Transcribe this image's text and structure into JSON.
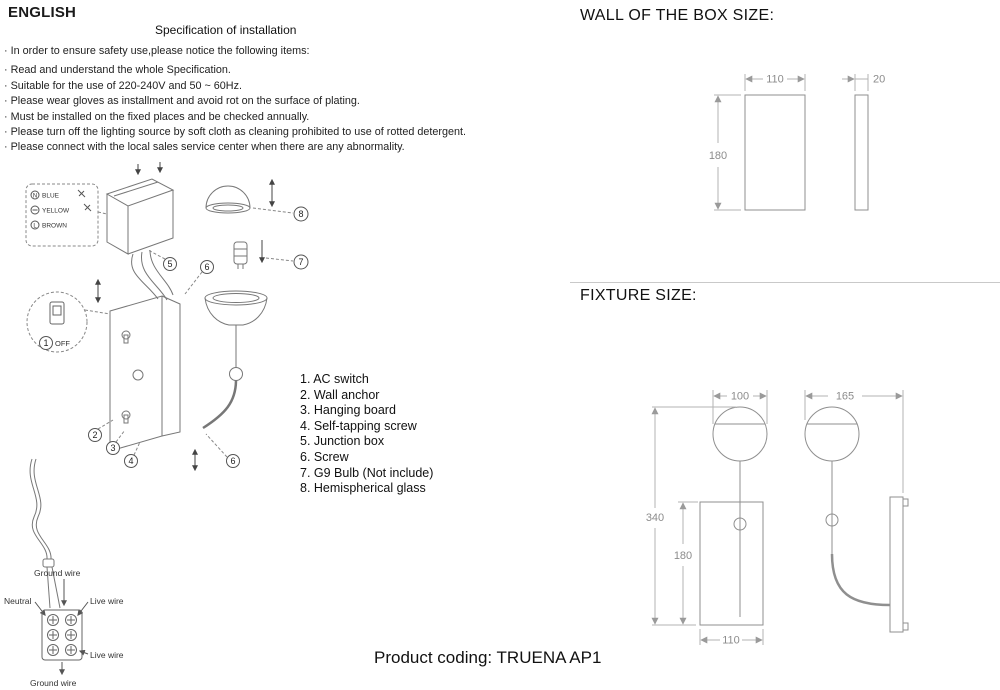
{
  "header": {
    "language": "ENGLISH",
    "spec_title": "Specification of installation"
  },
  "notices": [
    "· In order to ensure safety use,please notice the following items:",
    "· Read and understand the whole Specification.",
    "· Suitable for the use of 220-240V and 50 ~ 60Hz.",
    "· Please wear gloves as installment and avoid rot on the surface of plating.",
    "· Must be installed on the fixed places and be checked annually.",
    "· Please turn off the lighting source by soft cloth as cleaning prohibited to use of rotted detergent.",
    "· Please connect with the local sales service center when there are any abnormality."
  ],
  "parts_list": [
    "1. AC switch",
    "2. Wall anchor",
    "3. Hanging board",
    "4. Self-tapping screw",
    "5. Junction box",
    "6. Screw",
    "7. G9 Bulb (Not include)",
    "8. Hemispherical glass"
  ],
  "exploded": {
    "callouts": {
      "c1": "1",
      "c2": "2",
      "c3": "3",
      "c4": "4",
      "c5": "5",
      "c6": "6",
      "c7": "7",
      "c8": "8"
    },
    "terminal": {
      "n": "N",
      "l": "L",
      "blue": "BLUE",
      "yellow": "YELLOW",
      "brown": "BROWN"
    },
    "off_label": "OFF"
  },
  "wiring": {
    "ground_top": "Ground wire",
    "neutral": "Neutral",
    "live_top": "Live wire",
    "live_bottom": "Live wire",
    "ground_bottom": "Ground wire"
  },
  "wall_box": {
    "heading": "WALL OF THE BOX SIZE:",
    "width": "110",
    "height": "180",
    "depth": "20"
  },
  "fixture": {
    "heading": "FIXTURE SIZE:",
    "front_width": "100",
    "side_width": "165",
    "total_height": "340",
    "backplate_height": "180",
    "backplate_width": "110"
  },
  "footer": {
    "product_coding": "Product coding: TRUENA AP1"
  }
}
